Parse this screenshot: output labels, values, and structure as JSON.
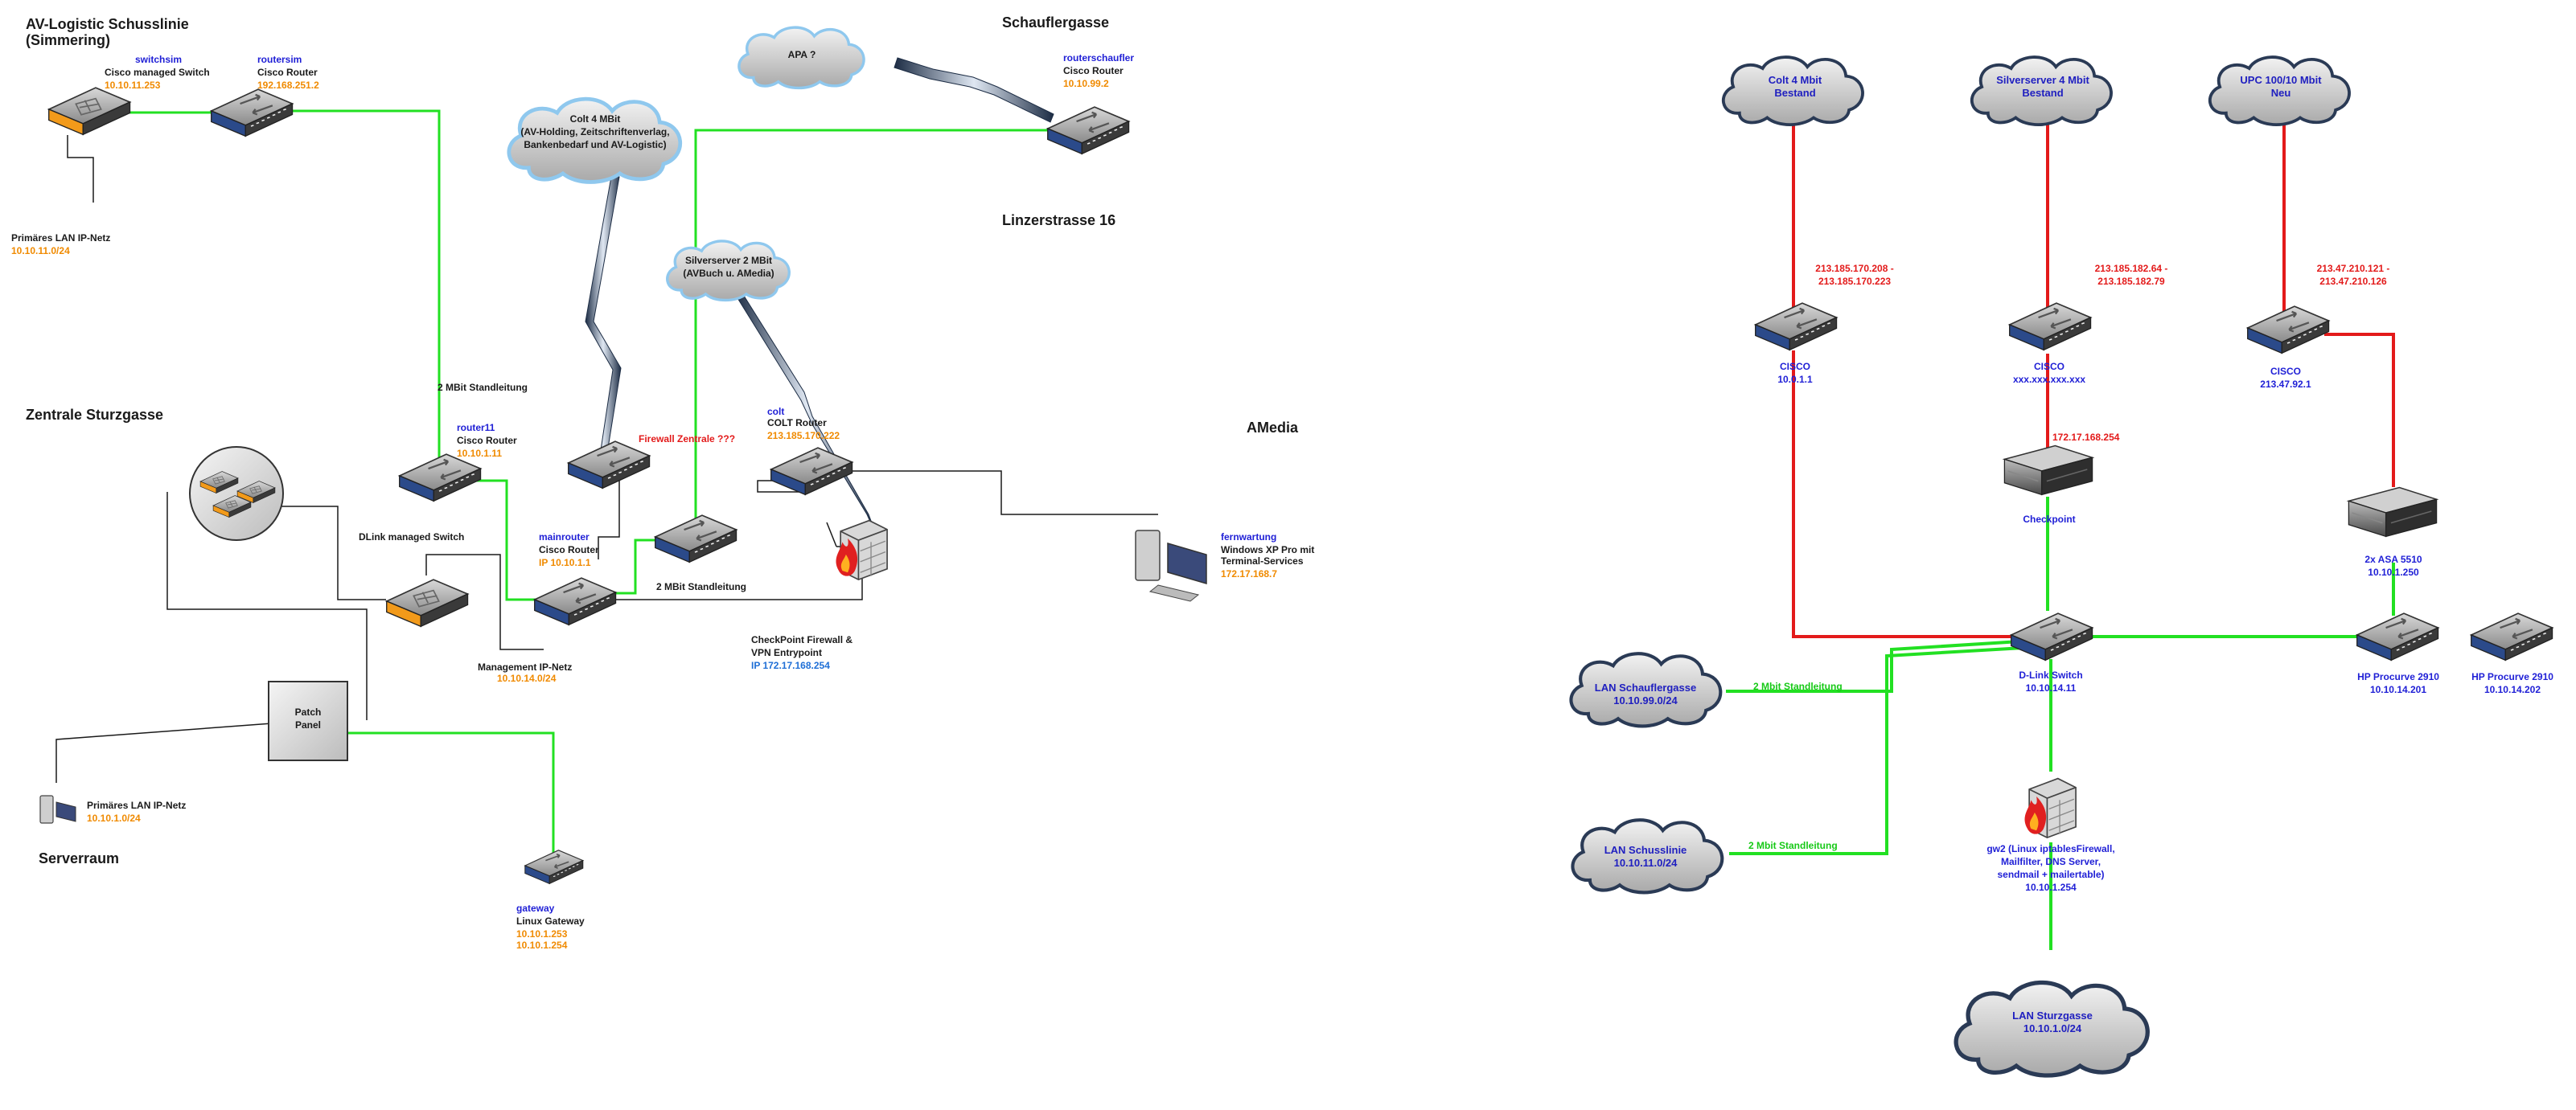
{
  "left": {
    "headings": {
      "av_logistic_1": "AV-Logistic Schusslinie",
      "av_logistic_2": "(Simmering)",
      "schauflergasse": "Schauflergasse",
      "linzerstrasse": "Linzerstrasse 16",
      "zentrale": "Zentrale Sturzgasse",
      "amedia": "AMedia",
      "serverraum": "Serverraum"
    },
    "devices": {
      "switchsim": {
        "name": "switchsim",
        "type": "Cisco managed Switch",
        "ip": "10.10.11.253"
      },
      "routersim": {
        "name": "routersim",
        "type": "Cisco Router",
        "ip": "192.168.251.2"
      },
      "routerschaufler": {
        "name": "routerschaufler",
        "type": "Cisco Router",
        "ip": "10.10.99.2"
      },
      "router11": {
        "name": "router11",
        "type": "Cisco Router",
        "ip": "10.10.1.11"
      },
      "mainrouter": {
        "name": "mainrouter",
        "type": "Cisco Router",
        "ip": "IP 10.10.1.1"
      },
      "colt": {
        "name": "colt",
        "type": "COLT Router",
        "ip": "213.185.170.222"
      },
      "fernwartung": {
        "name": "fernwartung",
        "type1": "Windows XP Pro mit",
        "type2": "Terminal-Services",
        "ip": "172.17.168.7"
      },
      "gateway": {
        "name": "gateway",
        "type": "Linux Gateway",
        "ip1": "10.10.1.253",
        "ip2": "10.10.1.254"
      },
      "patch": {
        "line1": "Patch",
        "line2": "Panel"
      }
    },
    "clouds": {
      "apa": "APA ?",
      "colt1": "Colt 4 MBit",
      "colt2": "(AV-Holding, Zeitschriftenverlag,",
      "colt3": "Bankenbedarf und AV-Logistic)",
      "silver1": "Silverserver 2 MBit",
      "silver2": "(AVBuch u. AMedia)"
    },
    "labels": {
      "primaer_sim": "Primäres LAN IP-Netz",
      "primaer_sim_ip": "10.10.11.0/24",
      "standleitung_a": "2 MBit Standleitung",
      "standleitung_b": "2 MBit Standleitung",
      "firewall_zentrale": "Firewall Zentrale ???",
      "dlink": "DLink managed Switch",
      "mgmt": "Management IP-Netz",
      "mgmt_ip": "10.10.14.0/24",
      "checkpoint1": "CheckPoint Firewall &",
      "checkpoint2": "VPN Entrypoint",
      "checkpoint_ip": "IP 172.17.168.254",
      "primaer_main": "Primäres LAN IP-Netz",
      "primaer_main_ip": "10.10.1.0/24"
    }
  },
  "right": {
    "clouds": {
      "colt_1": "Colt 4 Mbit",
      "colt_2": "Bestand",
      "silver_1": "Silverserver 4 Mbit",
      "silver_2": "Bestand",
      "upc_1": "UPC 100/10 Mbit",
      "upc_2": "Neu",
      "lan_schauf_1": "LAN Schauflergasse",
      "lan_schauf_2": "10.10.99.0/24",
      "lan_schuss_1": "LAN Schusslinie",
      "lan_schuss_2": "10.10.11.0/24",
      "lan_sturz_1": "LAN Sturzgasse",
      "lan_sturz_2": "10.10.1.0/24"
    },
    "ranges": {
      "colt_1": "213.185.170.208 -",
      "colt_2": "213.185.170.223",
      "silver_1": "213.185.182.64 -",
      "silver_2": "213.185.182.79",
      "upc_1": "213.47.210.121 -",
      "upc_2": "213.47.210.126",
      "checkpoint_ip": "172.17.168.254"
    },
    "devices": {
      "cisco1_1": "CISCO",
      "cisco1_2": "10.0.1.1",
      "cisco2_1": "CISCO",
      "cisco2_2": "xxx.xxx.xxx.xxx",
      "cisco3_1": "CISCO",
      "cisco3_2": "213.47.92.1",
      "checkpoint": "Checkpoint",
      "asa_1": "2x ASA 5510",
      "asa_2": "10.10.1.250",
      "dlink_1": "D-Link Switch",
      "dlink_2": "10.10.14.11",
      "hp1_1": "HP Procurve 2910",
      "hp1_2": "10.10.14.201",
      "hp2_1": "HP Procurve 2910",
      "hp2_2": "10.10.14.202",
      "gw2_1": "gw2 (Linux iptablesFirewall,",
      "gw2_2": "Mailfilter, DNS Server,",
      "gw2_3": "sendmail + mailertable)",
      "gw2_4": "10.10.1.254"
    },
    "links": {
      "standleitung_a": "2 Mbit Standleitung",
      "standleitung_b": "2 Mbit Standleitung"
    }
  },
  "colors": {
    "green_link": "#22e022",
    "red_link": "#e31a1a",
    "blue_text": "#1f1fd6",
    "orange_ip": "#f08a00"
  }
}
